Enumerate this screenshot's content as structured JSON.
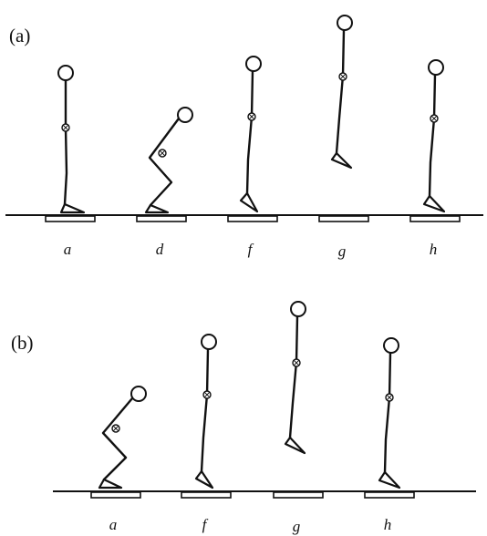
{
  "panels": [
    {
      "label": "(a)",
      "frames": [
        {
          "label": "a",
          "pose": "standing"
        },
        {
          "label": "d",
          "pose": "crouch"
        },
        {
          "label": "f",
          "pose": "takeoff"
        },
        {
          "label": "g",
          "pose": "flight"
        },
        {
          "label": "h",
          "pose": "landing"
        }
      ]
    },
    {
      "label": "(b)",
      "frames": [
        {
          "label": "a",
          "pose": "crouch"
        },
        {
          "label": "f",
          "pose": "takeoff"
        },
        {
          "label": "g",
          "pose": "flight"
        },
        {
          "label": "h",
          "pose": "landing"
        }
      ]
    }
  ]
}
